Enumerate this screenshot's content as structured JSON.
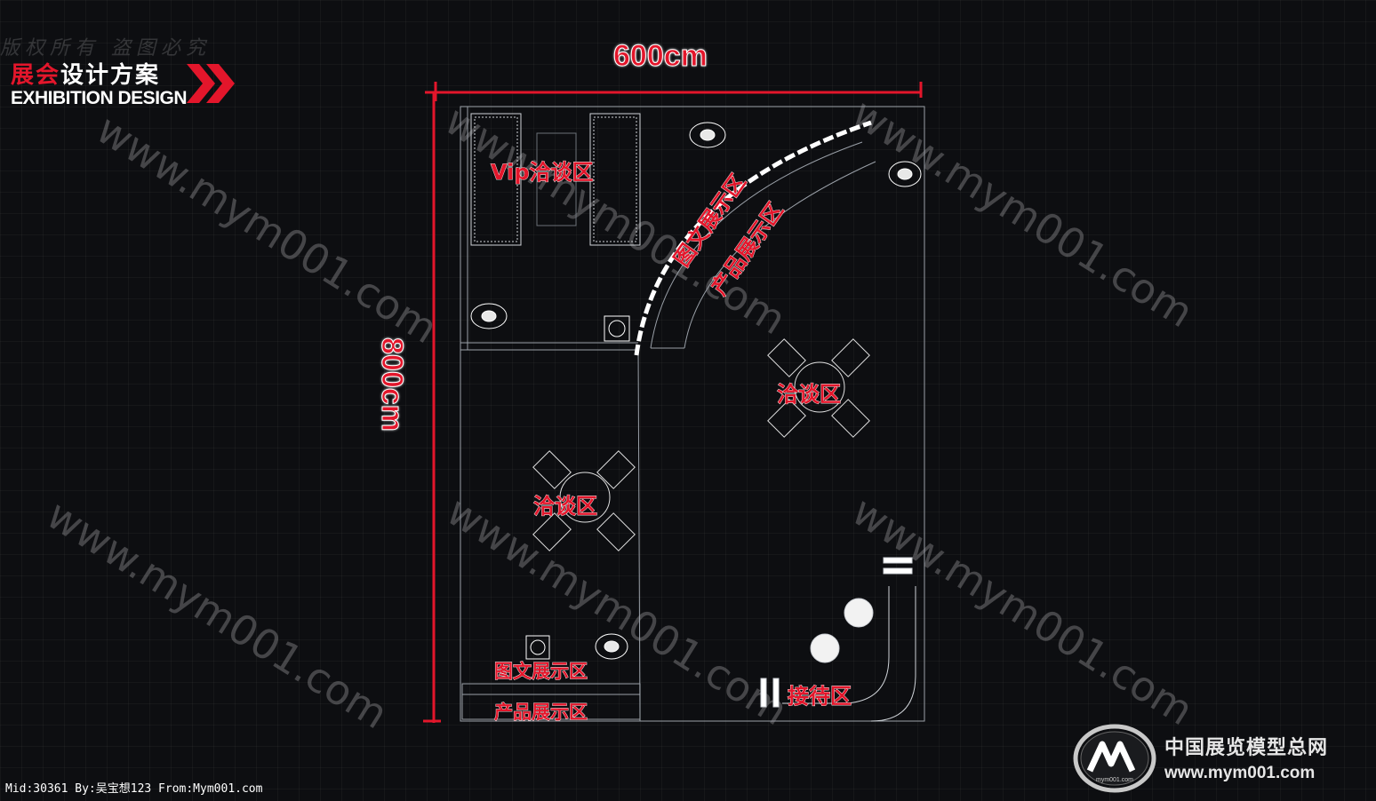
{
  "copyright_mark": "版权所有    盗图必究",
  "logo": {
    "title_red": "展会",
    "title_white": "设计方案",
    "subtitle": "EXHIBITION DESIGN"
  },
  "dimensions": {
    "width": "600cm",
    "height": "800cm"
  },
  "zones": {
    "vip": "Vip洽谈区",
    "curve_graphic": "图文展示区",
    "curve_product": "产品展示区",
    "negotiation_right": "洽谈区",
    "negotiation_left": "洽谈区",
    "bottom_graphic": "图文展示区",
    "bottom_product": "产品展示区",
    "reception": "接待区"
  },
  "watermark": "www.mym001.com",
  "footer": {
    "meta": "Mid:30361 By:吴宝想123 From:Mym001.com"
  },
  "brand": {
    "name": "中国展览模型总网",
    "url": "www.mym001.com",
    "logo_small": "mym001.com"
  },
  "colors": {
    "accent": "#e3162b",
    "background": "#0d0e11"
  }
}
